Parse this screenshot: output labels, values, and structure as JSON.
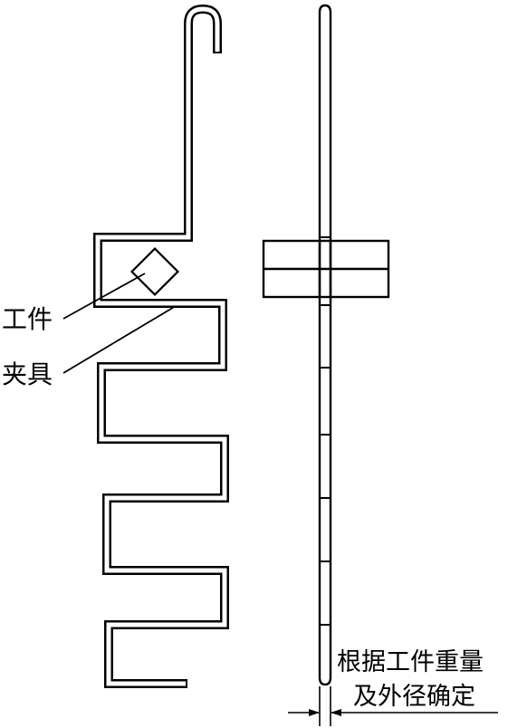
{
  "labels": {
    "workpiece": "工件",
    "fixture": "夹具",
    "note_line1": "根据工件重量",
    "note_line2": "及外径确定"
  },
  "colors": {
    "stroke": "#000000",
    "background": "#ffffff"
  }
}
